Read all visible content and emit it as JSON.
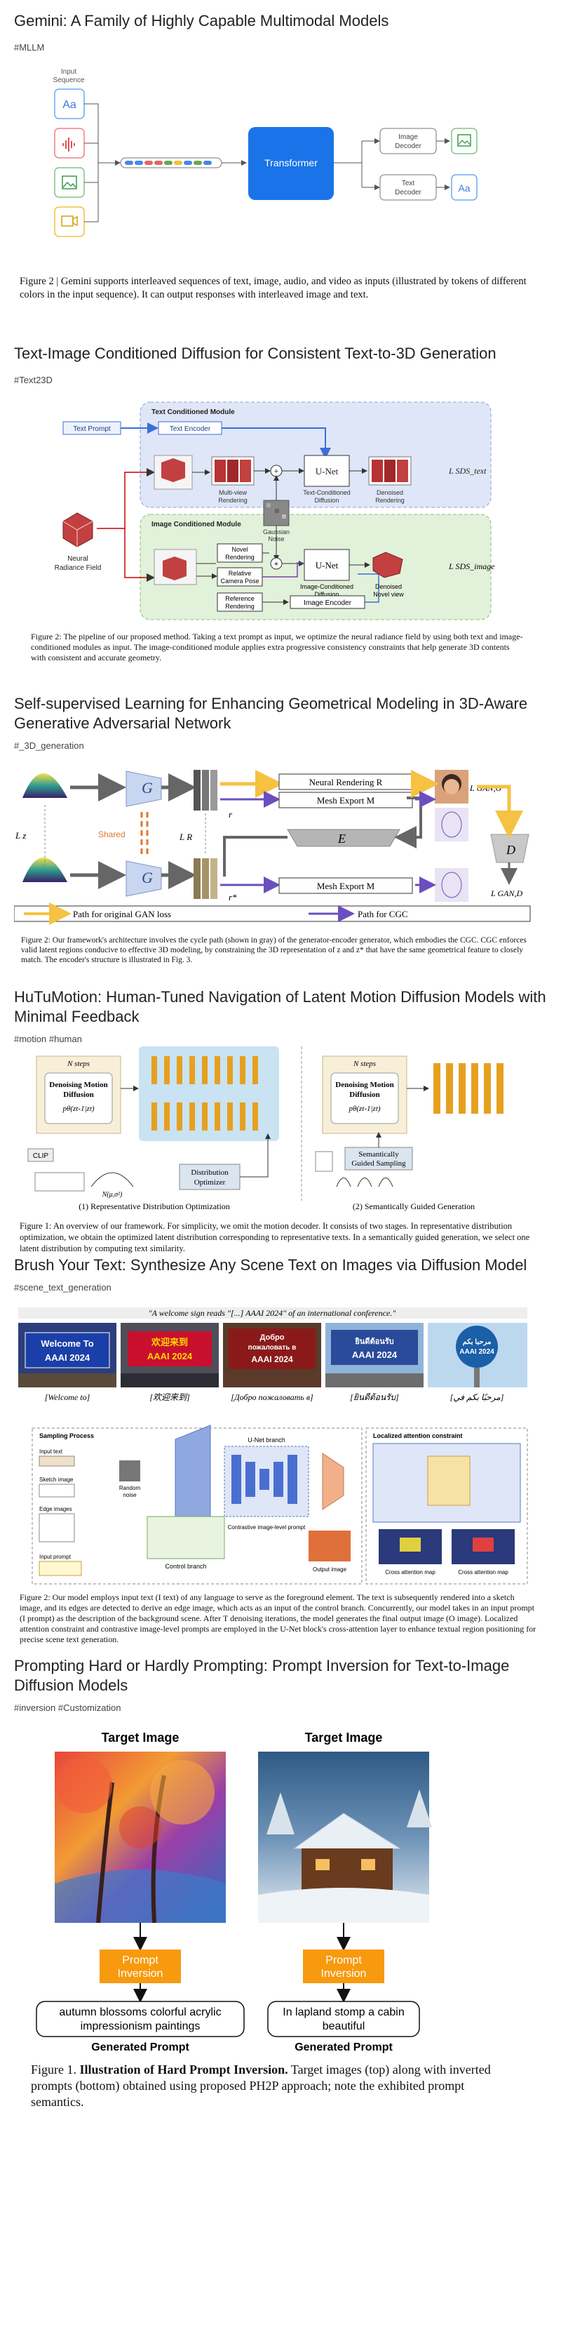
{
  "posts": [
    {
      "title": "Gemini: A Family of Highly Capable Multimodal Models",
      "tags": "#MLLM",
      "figure": {
        "input_label": "Input\nSequence",
        "input_label_line1": "Input",
        "input_label_line2": "Sequence",
        "transformer": "Transformer",
        "image_decoder_line1": "Image",
        "image_decoder_line2": "Decoder",
        "text_decoder_line1": "Text",
        "text_decoder_line2": "Decoder",
        "text_glyph": "Aa"
      },
      "caption": "Figure 2 | Gemini supports interleaved sequences of text, image, audio, and video as inputs (illustrated by tokens of different colors in the input sequence). It can output responses with interleaved image and text."
    },
    {
      "title": "Text-Image Conditioned Diffusion for Consistent Text-to-3D Generation",
      "tags": "#Text23D",
      "figure": {
        "text_prompt": "Text Prompt",
        "text_encoder": "Text Encoder",
        "text_module": "Text Conditioned Module",
        "image_module": "Image Conditioned Module",
        "multi_view": "Multi-view\nRendering",
        "multi_view_l1": "Multi-view",
        "multi_view_l2": "Rendering",
        "unet": "U-Net",
        "text_cond_l1": "Text-Conditioned",
        "text_cond_l2": "Diffusion",
        "denoised_l1": "Denoised",
        "denoised_l2": "Rendering",
        "loss_text": "L SDS_text",
        "gaussian_l1": "Gaussian",
        "gaussian_l2": "Noise",
        "nrf_l1": "Neural",
        "nrf_l2": "Radiance Field",
        "novel_l1": "Novel",
        "novel_l2": "Rendering",
        "relative_l1": "Relative",
        "relative_l2": "Camera Pose",
        "reference_l1": "Reference",
        "reference_l2": "Rendering",
        "img_cond_l1": "Image-Conditioned",
        "img_cond_l2": "Diffusion",
        "denoised_novel_l1": "Denoised",
        "denoised_novel_l2": "Novel view",
        "image_encoder": "Image Encoder",
        "loss_image": "L SDS_image"
      },
      "caption": "Figure 2: The pipeline of our proposed method. Taking a text prompt as input, we optimize the neural radiance field by using both text and image-conditioned modules as input. The image-conditioned module applies extra progressive consistency constraints that help generate 3D contents with consistent and accurate geometry."
    },
    {
      "title": "Self-supervised Learning for Enhancing Geometrical Modeling in 3D-Aware Generative Adversarial Network",
      "tags": "#_3D_generation",
      "figure": {
        "shared": "Shared",
        "neural_rendering": "Neural Rendering R",
        "mesh_export": "Mesh Export M",
        "loss_ganG": "L GAN,G",
        "loss_ganD": "L GAN,D",
        "lz": "L z",
        "lr": "L R",
        "path_gan": "Path for original GAN loss",
        "path_cgc": "Path for CGC"
      },
      "caption": "Figure 2: Our framework's architecture involves the cycle path (shown in gray) of the generator-encoder generator, which embodies the CGC. CGC enforces valid latent regions conducive to effective 3D modeling, by constraining the 3D representation of z and z* that have the same geometrical feature to closely match. The encoder's structure is illustrated in Fig. 3."
    },
    {
      "title": "HuTuMotion: Human-Tuned Navigation of Latent Motion Diffusion Models with Minimal Feedback",
      "tags": "#motion #human",
      "figure": {
        "n_steps": "N steps",
        "dmd_l1": "Denoising Motion",
        "dmd_l2": "Diffusion",
        "clip": "CLIP",
        "dist_opt_l1": "Distribution",
        "dist_opt_l2": "Optimizer",
        "sgs_l1": "Semantically",
        "sgs_l2": "Guided Sampling",
        "sub1": "(1) Representative Distribution Optimization",
        "sub2": "(2) Semantically Guided Generation"
      },
      "caption": "Figure 1: An overview of our framework. For simplicity, we omit the motion decoder. It consists of two stages. In representative distribution optimization, we obtain the optimized latent distribution corresponding to representative texts. In a semantically guided generation, we select one latent distribution by computing text similarity."
    },
    {
      "title": "Brush Your Text: Synthesize Any Scene Text on Images via Diffusion Model",
      "tags": "#scene_text_generation",
      "figure": {
        "quote": "\"A welcome sign reads \"[...] AAAI 2024\" of an international conference.\"",
        "labels": [
          "[Welcome to]",
          "[欢迎来到]",
          "[Добро пожаловать в]",
          "[ยินดีต้อนรับ]",
          "[مرحبًا بكم في]"
        ],
        "sign_texts": [
          "Welcome To\nAAAI 2024",
          "欢迎来到\nAAAI 2024",
          "Добро\nпожаловать в\nAAAI 2024",
          "ยินดีต้อนรับ\nAAAI 2024",
          "مرحبا بكم في\nAAAI 2024"
        ],
        "sampling_process": "Sampling Process",
        "localized": "Localized attention constraint",
        "unet_branch": "U-Net branch",
        "control_branch": "Control branch",
        "input_text": "Input text",
        "sketch_image": "Sketch image",
        "edge_images": "Edge images",
        "input_prompt": "Input prompt",
        "random_noise": "Random\nnoise",
        "output_image": "Output image",
        "cross_attn_map": "Cross attention map",
        "contrastive": "Contrastive image-level prompt"
      },
      "caption": "Figure 2: Our model employs input text (I text) of any language to serve as the foreground element. The text is subsequently rendered into a sketch image, and its edges are detected to derive an edge image, which acts as an input of the control branch. Concurrently, our model takes in an input prompt (I prompt) as the description of the background scene. After T denoising iterations, the model generates the final output image (O image). Localized attention constraint and contrastive image-level prompts are employed in the U-Net block's cross-attention layer to enhance textual region positioning for precise scene text generation."
    },
    {
      "title": "Prompting Hard or Hardly Prompting: Prompt Inversion for Text-to-Image Diffusion Models",
      "tags": "#inversion #Customization",
      "figure": {
        "target_left": "Target Image",
        "target_right": "Target Image",
        "pi_left": "Prompt\nInversion",
        "pi_right": "Prompt\nInversion",
        "pi_l1": "Prompt",
        "pi_l2": "Inversion",
        "prompt_left_l1": "autumn blossoms colorful acrylic",
        "prompt_left_l2": "impressionism paintings",
        "prompt_right_l1": "In lapland stomp a cabin",
        "prompt_right_l2": "beautiful",
        "gen_left": "Generated Prompt",
        "gen_right": "Generated Prompt"
      },
      "caption_bold": "Illustration of Hard Prompt Inversion.",
      "caption_pre": "Figure 1.",
      "caption_rest": "Target images (top) along with inverted prompts (bottom) obtained using proposed PH2P approach; note the exhibited prompt semantics."
    }
  ]
}
